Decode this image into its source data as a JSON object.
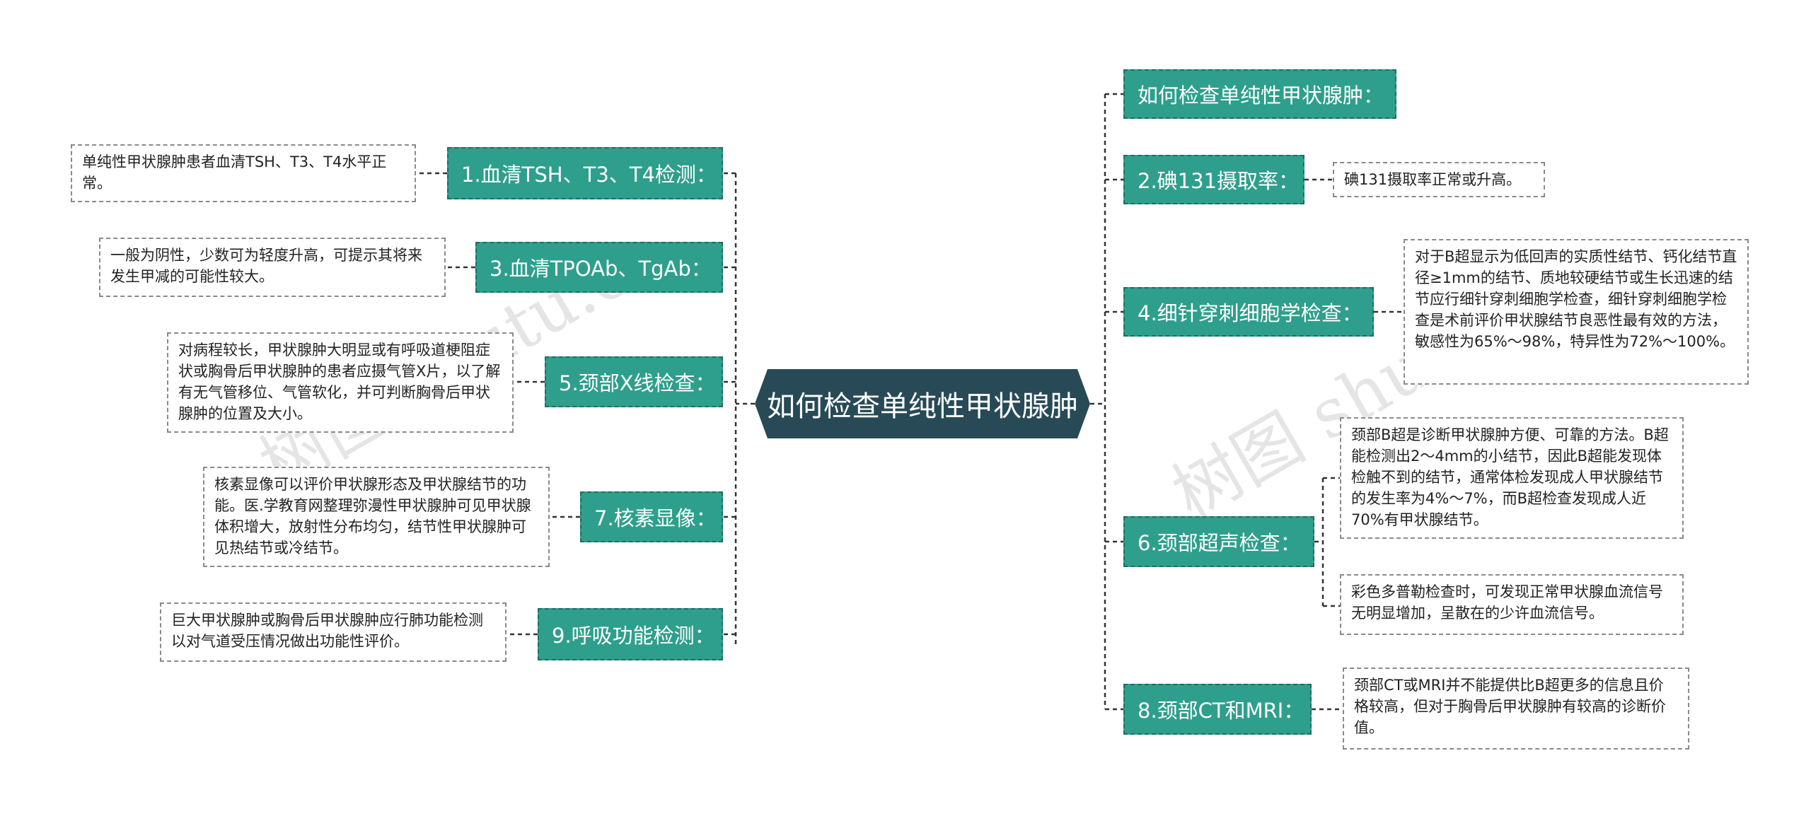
{
  "root": {
    "label": "如何检查单纯性甲状腺肿"
  },
  "watermark": "树图 shutu.cn",
  "left": [
    {
      "label": "1.血清TSH、T3、T4检测：",
      "detail": "单纯性甲状腺肿患者血清TSH、T3、T4水平正常。"
    },
    {
      "label": "3.血清TPOAb、TgAb：",
      "detail": "一般为阴性，少数可为轻度升高，可提示其将来发生甲减的可能性较大。"
    },
    {
      "label": "5.颈部X线检查：",
      "detail": "对病程较长，甲状腺肿大明显或有呼吸道梗阻症状或胸骨后甲状腺肿的患者应摄气管X片，以了解有无气管移位、气管软化，并可判断胸骨后甲状腺肿的位置及大小。"
    },
    {
      "label": "7.核素显像：",
      "detail": "核素显像可以评价甲状腺形态及甲状腺结节的功能。医.学教育网整理弥漫性甲状腺肿可见甲状腺体积增大，放射性分布均匀，结节性甲状腺肿可见热结节或冷结节。"
    },
    {
      "label": "9.呼吸功能检测：",
      "detail": "巨大甲状腺肿或胸骨后甲状腺肿应行肺功能检测以对气道受压情况做出功能性评价。"
    }
  ],
  "right": [
    {
      "label": "如何检查单纯性甲状腺肿：",
      "details": []
    },
    {
      "label": "2.碘131摄取率：",
      "details": [
        "碘131摄取率正常或升高。"
      ]
    },
    {
      "label": "4.细针穿刺细胞学检查：",
      "details": [
        "对于B超显示为低回声的实质性结节、钙化结节直径≥1mm的结节、质地较硬结节或生长迅速的结节应行细针穿刺细胞学检查，细针穿刺细胞学检查是术前评价甲状腺结节良恶性最有效的方法，敏感性为65%～98%，特异性为72%～100%。"
      ]
    },
    {
      "label": "6.颈部超声检查：",
      "details": [
        "颈部B超是诊断甲状腺肿方便、可靠的方法。B超能检测出2～4mm的小结节，因此B超能发现体检触不到的结节，通常体检发现成人甲状腺结节的发生率为4%～7%，而B超检查发现成人近70%有甲状腺结节。",
        "彩色多普勒检查时，可发现正常甲状腺血流信号无明显增加，呈散在的少许血流信号。"
      ]
    },
    {
      "label": "8.颈部CT和MRI：",
      "details": [
        "颈部CT或MRI并不能提供比B超更多的信息且价格较高，但对于胸骨后甲状腺肿有较高的诊断价值。"
      ]
    }
  ]
}
